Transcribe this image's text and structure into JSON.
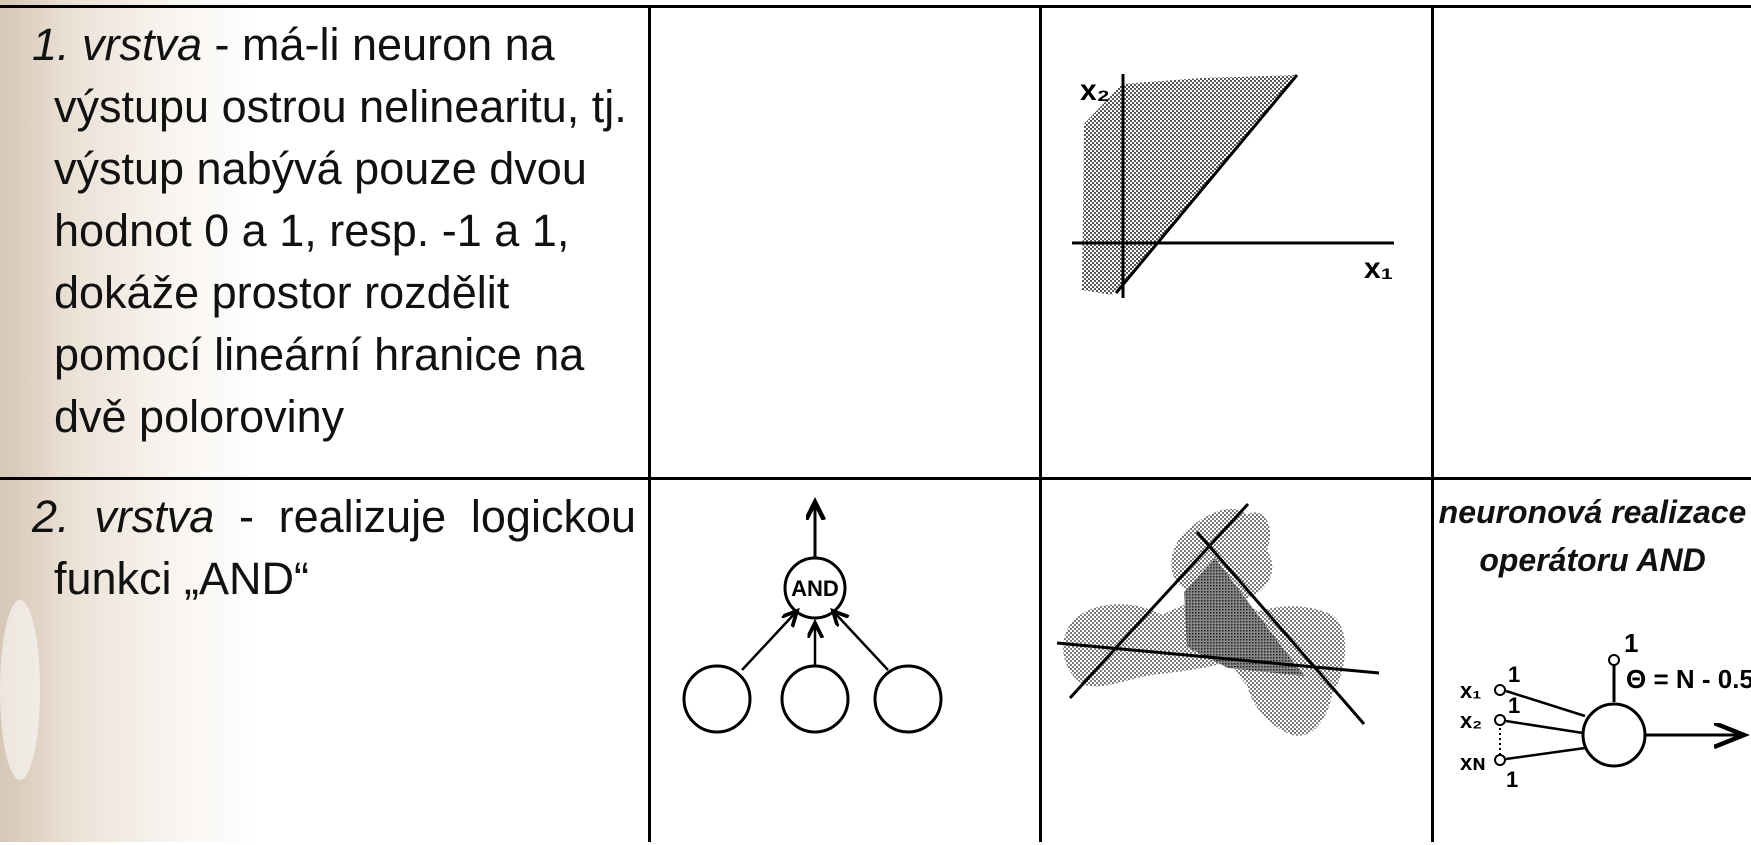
{
  "layer1": {
    "label": "1. vrstva",
    "text": " - má-li neuron na výstupu ostrou nelinearitu, tj. výstup nabývá pouze dvou hodnot 0 a 1, resp. -1 a 1, dokáže prostor rozdělit pomocí lineární hranice na dvě poloroviny",
    "axis_x1": "x₁",
    "axis_x2": "x₂"
  },
  "layer2": {
    "label": "2. vrstva",
    "text": " - realizuje logickou funkci „AND“",
    "and_node_label": "AND",
    "caption": "neuronová realizace operátoru AND",
    "bias_weight": "1",
    "threshold_label": "Θ = N - 0.5",
    "inputs": [
      {
        "name": "x₁",
        "weight": "1"
      },
      {
        "name": "x₂",
        "weight": "1"
      },
      {
        "name": "xɴ",
        "weight": "1"
      }
    ]
  },
  "colors": {
    "line": "#000000",
    "shade": "#b8b8b8",
    "shade_dark": "#6e6e6e"
  }
}
